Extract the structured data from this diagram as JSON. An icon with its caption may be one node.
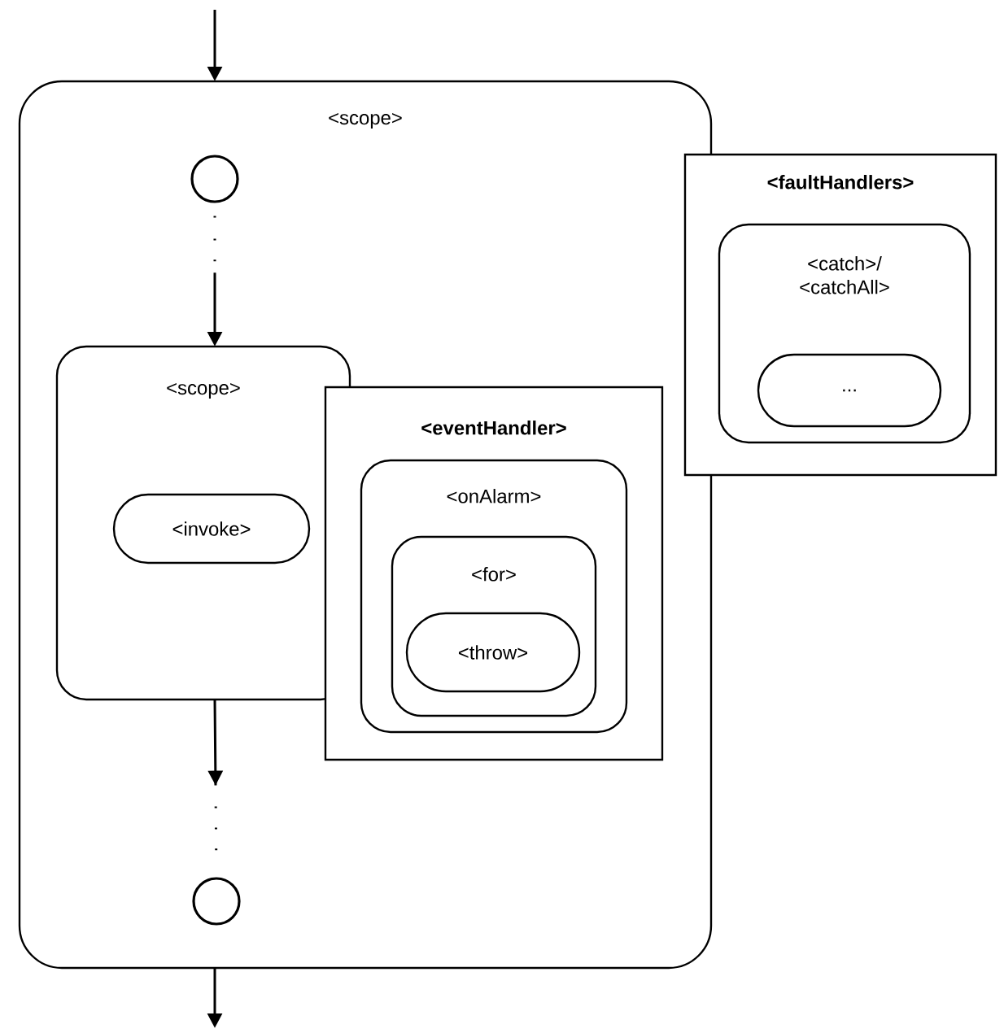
{
  "diagram": {
    "nodes": [
      {
        "text": [
          "<scope>"
        ]
      },
      {
        "text": [],
        "shape": "circle",
        "in": 0
      },
      {
        "text": [
          "<scope>"
        ],
        "in": 0
      },
      {
        "text": [
          "<invoke>"
        ],
        "in": 2
      },
      {
        "text": [
          "<eventHandler>"
        ],
        "in": 0
      },
      {
        "text": [
          "<onAlarm>"
        ],
        "in": 4
      },
      {
        "text": [
          "<for>"
        ],
        "in": 5
      },
      {
        "text": [
          "<throw>"
        ],
        "in": 6
      },
      {
        "text": [
          "<faultHandlers>"
        ]
      },
      {
        "text": [
          "<catch>/ <catchAll>"
        ],
        "in": 8
      },
      {
        "text": [
          "..."
        ],
        "in": 9
      },
      {
        "text": [],
        "shape": "circle",
        "in": 0
      }
    ],
    "edges": [
      {
        "from": null,
        "to": 0,
        "arrow": "to"
      },
      {
        "from": 1,
        "to": 2,
        "arrow": "to",
        "style": "dashed"
      },
      {
        "from": 2,
        "to": 11,
        "arrow": "to",
        "style": "dashed"
      },
      {
        "from": 0,
        "to": null,
        "arrow": "to"
      }
    ]
  }
}
